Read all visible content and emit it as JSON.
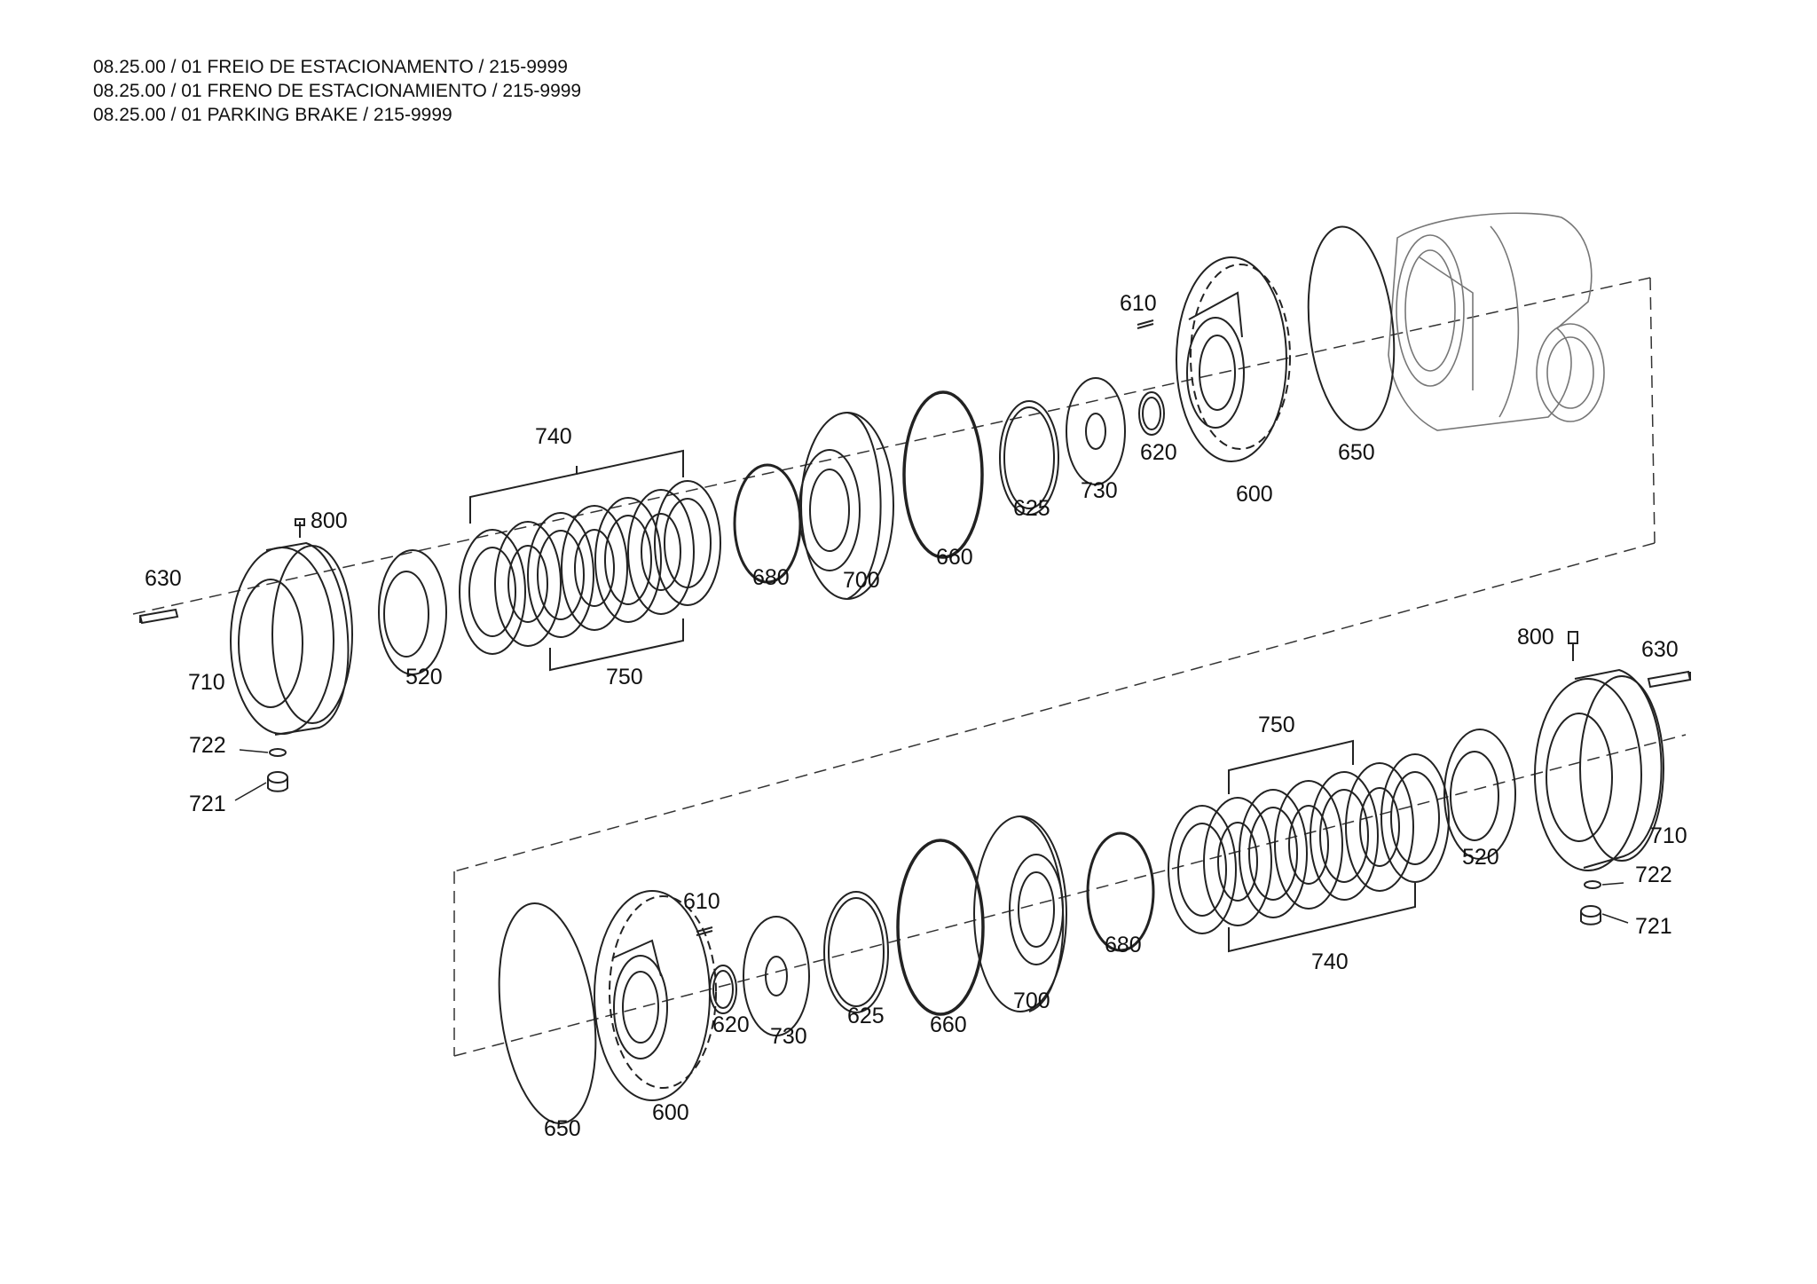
{
  "header": {
    "lines": [
      "08.25.00 / 01 FREIO DE ESTACIONAMENTO / 215-9999",
      "08.25.00 / 01 FRENO DE ESTACIONAMIENTO / 215-9999",
      "08.25.00 / 01 PARKING BRAKE / 215-9999"
    ]
  },
  "callouts": {
    "top": {
      "p610": "610",
      "p600": "600",
      "p620": "620",
      "p650": "650",
      "p730": "730",
      "p625": "625",
      "p660": "660",
      "p700": "700",
      "p680": "680",
      "p740": "740",
      "p750": "750",
      "p520": "520",
      "p800": "800",
      "p630": "630",
      "p710": "710",
      "p722": "722",
      "p721": "721"
    },
    "bottom": {
      "p800": "800",
      "p630": "630",
      "p750": "750",
      "p710": "710",
      "p520": "520",
      "p722": "722",
      "p721": "721",
      "p740": "740",
      "p680": "680",
      "p610": "610",
      "p700": "700",
      "p620": "620",
      "p730": "730",
      "p625": "625",
      "p660": "660",
      "p650": "650",
      "p600": "600"
    }
  }
}
